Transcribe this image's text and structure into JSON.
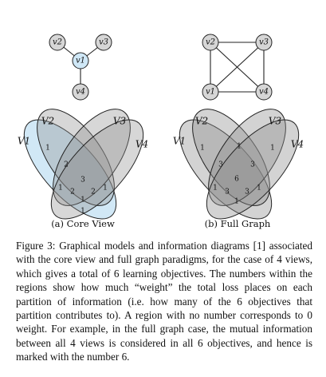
{
  "panels": {
    "a": {
      "subcaption": "(a) Core View",
      "nodes": [
        "v1",
        "v2",
        "v3",
        "v4"
      ],
      "edges": [
        [
          "v1",
          "v2"
        ],
        [
          "v1",
          "v3"
        ],
        [
          "v1",
          "v4"
        ]
      ],
      "venn_labels": [
        "V1",
        "V2",
        "V3",
        "V4"
      ],
      "region_numbers": [
        "1",
        "2",
        "1",
        "2",
        "3",
        "2",
        "1",
        "1",
        "1"
      ]
    },
    "b": {
      "subcaption": "(b) Full Graph",
      "nodes": [
        "v1",
        "v2",
        "v3",
        "v4"
      ],
      "edges": [
        [
          "v1",
          "v2"
        ],
        [
          "v2",
          "v3"
        ],
        [
          "v3",
          "v4"
        ],
        [
          "v4",
          "v1"
        ],
        [
          "v1",
          "v3"
        ],
        [
          "v2",
          "v4"
        ]
      ],
      "venn_labels": [
        "V1",
        "V2",
        "V3",
        "V4"
      ],
      "region_numbers": [
        "1",
        "1",
        "1",
        "3",
        "3",
        "6",
        "1",
        "3",
        "3",
        "1",
        "1"
      ]
    }
  },
  "caption": {
    "label": "Figure 3:",
    "text": "Graphical models and information diagrams [1] associated with the core view and full graph paradigms, for the case of 4 views, which gives a total of 6 learning objectives. The numbers within the regions show how much “weight” the total loss places on each partition of information (i.e. how many of the 6 objectives that partition contributes to). A region with no number corresponds to 0 weight. For example, in the full graph case, the mutual information between all 4 views is considered in all 6 objectives, and hence is marked with the number 6."
  }
}
